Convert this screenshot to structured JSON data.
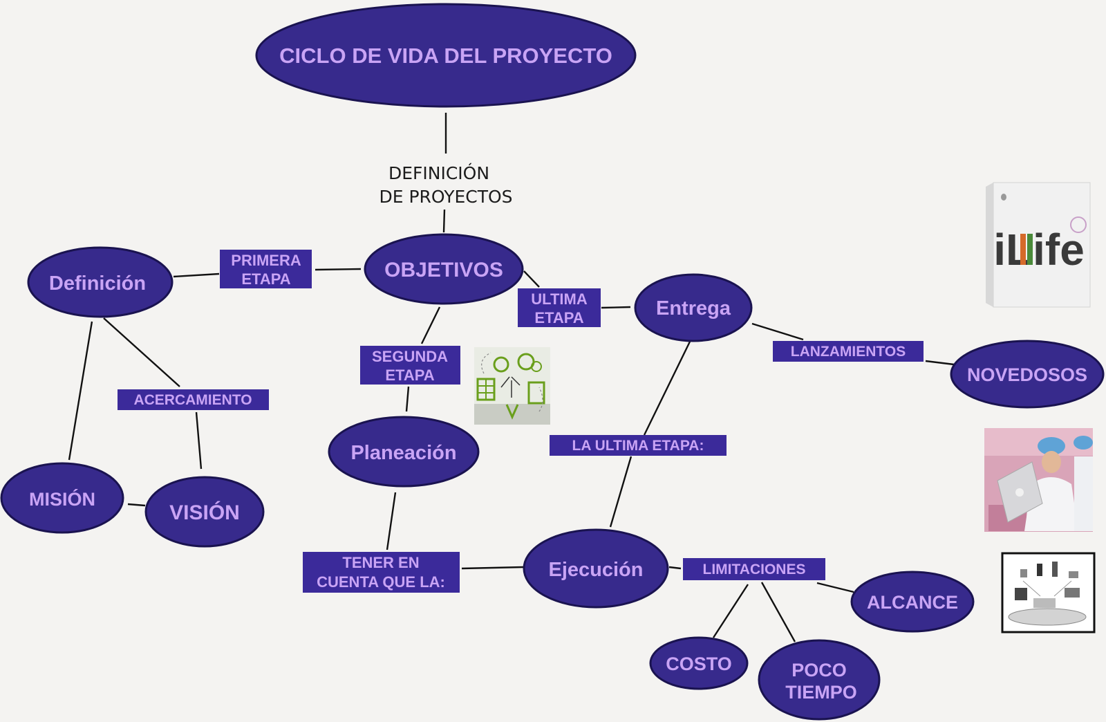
{
  "colors": {
    "node_fill": "#372a8c",
    "node_stroke": "#1a1350",
    "label_fill": "#3b2a9a",
    "text": "#c9a4f5",
    "background": "#f4f3f1",
    "line": "#111111"
  },
  "title": "CICLO DE VIDA DEL PROYECTO",
  "caption": [
    "DEFINICIÓN",
    "DE PROYECTOS"
  ],
  "nodes": {
    "objetivos": "OBJETIVOS",
    "definicion": "Definición",
    "entrega": "Entrega",
    "planeacion": "Planeación",
    "ejecucion": "Ejecución",
    "mision": "MISIÓN",
    "vision": "VISIÓN",
    "novedosos": "NOVEDOSOS",
    "alcance": "ALCANCE",
    "costo": "COSTO",
    "poco_tiempo": [
      "POCO",
      "TIEMPO"
    ]
  },
  "labels": {
    "primera_etapa": [
      "PRIMERA",
      "ETAPA"
    ],
    "ultima_etapa": [
      "ULTIMA",
      "ETAPA"
    ],
    "segunda_etapa": [
      "SEGUNDA",
      "ETAPA"
    ],
    "acercamiento": "ACERCAMIENTO",
    "lanzamientos": "LANZAMIENTOS",
    "la_ultima_etapa": "LA ULTIMA ETAPA:",
    "tener_en_cuenta": [
      "TENER EN",
      "CUENTA QUE LA:"
    ],
    "limitaciones": "LIMITACIONES"
  },
  "images": {
    "ilife_box_text": "iLife",
    "planning_icons": "planning-sketch-icon",
    "factory_workers": "factory-workers-photo",
    "ecosystem": "device-ecosystem-diagram"
  }
}
